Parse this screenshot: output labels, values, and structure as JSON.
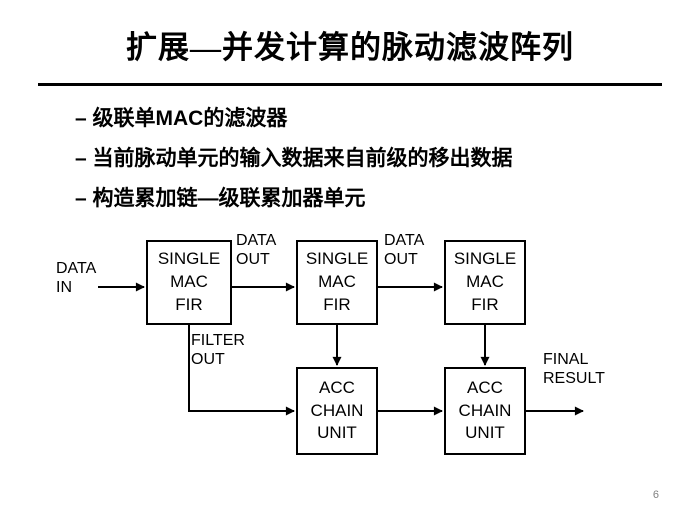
{
  "slide": {
    "title": "扩展—并发计算的脉动滤波阵列",
    "bullets": [
      "– 级联单MAC的滤波器",
      "– 当前脉动单元的输入数据来自前级的移出数据",
      "– 构造累加链—级联累加器单元"
    ],
    "page_number": "6"
  },
  "diagram": {
    "labels": {
      "data_in": "DATA\nIN",
      "data_out_1": "DATA\nOUT",
      "data_out_2": "DATA\nOUT",
      "filter_out": "FILTER\nOUT",
      "final_result": "FINAL\nRESULT"
    },
    "mac_fir_boxes": [
      "SINGLE\nMAC\nFIR",
      "SINGLE\nMAC\nFIR",
      "SINGLE\nMAC\nFIR"
    ],
    "acc_chain_boxes": [
      "ACC\nCHAIN\nUNIT",
      "ACC\nCHAIN\nUNIT"
    ]
  }
}
